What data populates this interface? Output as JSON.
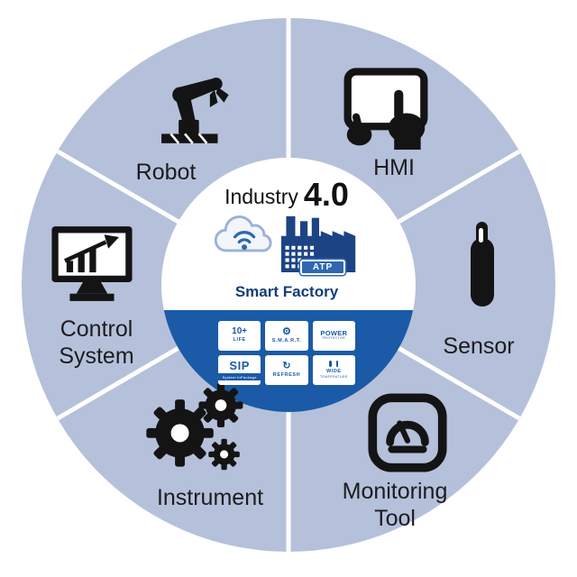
{
  "diagram": {
    "title_word": "Industry",
    "title_version": "4.0",
    "subtitle": "Smart Factory",
    "atp_label": "ATP",
    "segments": [
      {
        "id": "robot",
        "label": "Robot",
        "icon": "robot-arm-icon"
      },
      {
        "id": "hmi",
        "label": "HMI",
        "icon": "hmi-touch-icon"
      },
      {
        "id": "sensor",
        "label": "Sensor",
        "icon": "sensor-probe-icon"
      },
      {
        "id": "monitoring-tool",
        "label": "Monitoring Tool",
        "icon": "gauge-icon"
      },
      {
        "id": "instrument",
        "label": "Instrument",
        "icon": "gears-icon"
      },
      {
        "id": "control-system",
        "label": "Control System",
        "icon": "monitor-chart-icon"
      }
    ],
    "badges": [
      {
        "id": "life",
        "line1": "10+",
        "line2": "LIFE"
      },
      {
        "id": "smart",
        "icon_glyph": "⚙",
        "label": "S.M.A.R.T."
      },
      {
        "id": "power-protector",
        "line1": "POWER",
        "line2": "PROTECTOR"
      },
      {
        "id": "sip",
        "line1": "SIP",
        "line2": "System InPackage"
      },
      {
        "id": "refresh",
        "icon_glyph": "↻",
        "label": "REFRESH"
      },
      {
        "id": "wide-temp",
        "line1": "WIDE",
        "line2": "TEMPERATURE"
      }
    ],
    "colors": {
      "ring": "#b5c0db",
      "divider": "#ffffff",
      "center_panel_blue": "#1b5aa6",
      "factory_blue": "#1c4484",
      "accent_blue": "#2f67b0",
      "icon_black": "#141414"
    }
  }
}
